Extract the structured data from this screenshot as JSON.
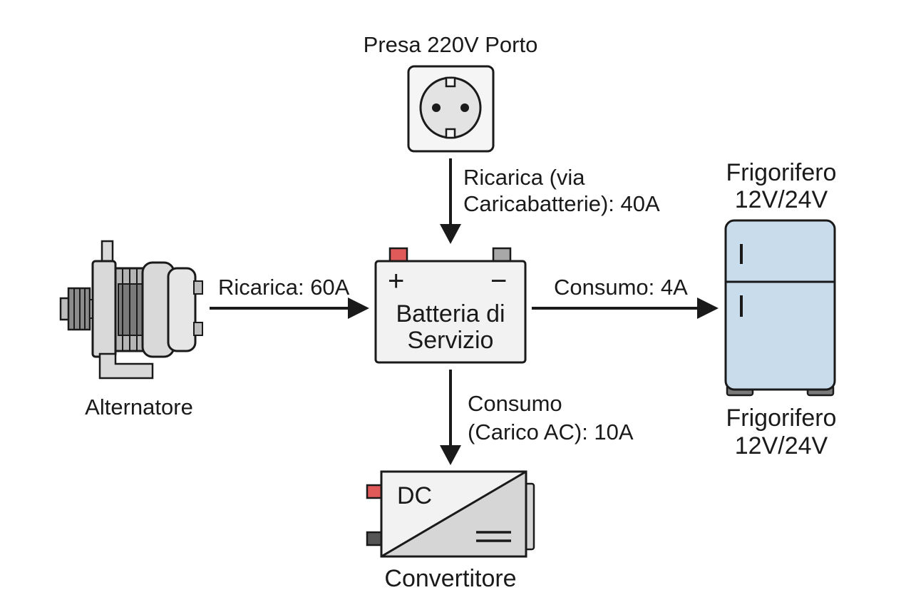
{
  "outlet": {
    "title": "Presa 220V Porto"
  },
  "charger_flow": {
    "line1": "Ricarica (via",
    "line2": "Caricabatterie): 40A"
  },
  "battery": {
    "positive_symbol": "+",
    "negative_symbol": "−",
    "line1": "Batteria di",
    "line2": "Servizio"
  },
  "alternator": {
    "label": "Alternatore"
  },
  "alternator_flow": {
    "label": "Ricarica: 60A"
  },
  "fridge": {
    "top_line1": "Frigorifero",
    "top_line2": "12V/24V",
    "bottom_line1": "Frigorifero",
    "bottom_line2": "12V/24V"
  },
  "fridge_flow": {
    "label": "Consumo: 4A"
  },
  "inverter_flow": {
    "line1": "Consumo",
    "line2": "(Carico AC): 10A"
  },
  "inverter": {
    "dc_text": "DC",
    "label": "Convertitore"
  },
  "colors": {
    "stroke": "#1a1a1a",
    "box_fill": "#f2f2f2",
    "outlet_face": "#e3e3e3",
    "terminal_positive": "#e05a5a",
    "terminal_negative": "#a8a8a8",
    "fridge_fill": "#c8dcec",
    "alternator_fill": "#d9d9d9",
    "alternator_dark": "#8c8c8c",
    "inverter_fill": "#d6d6d6"
  }
}
